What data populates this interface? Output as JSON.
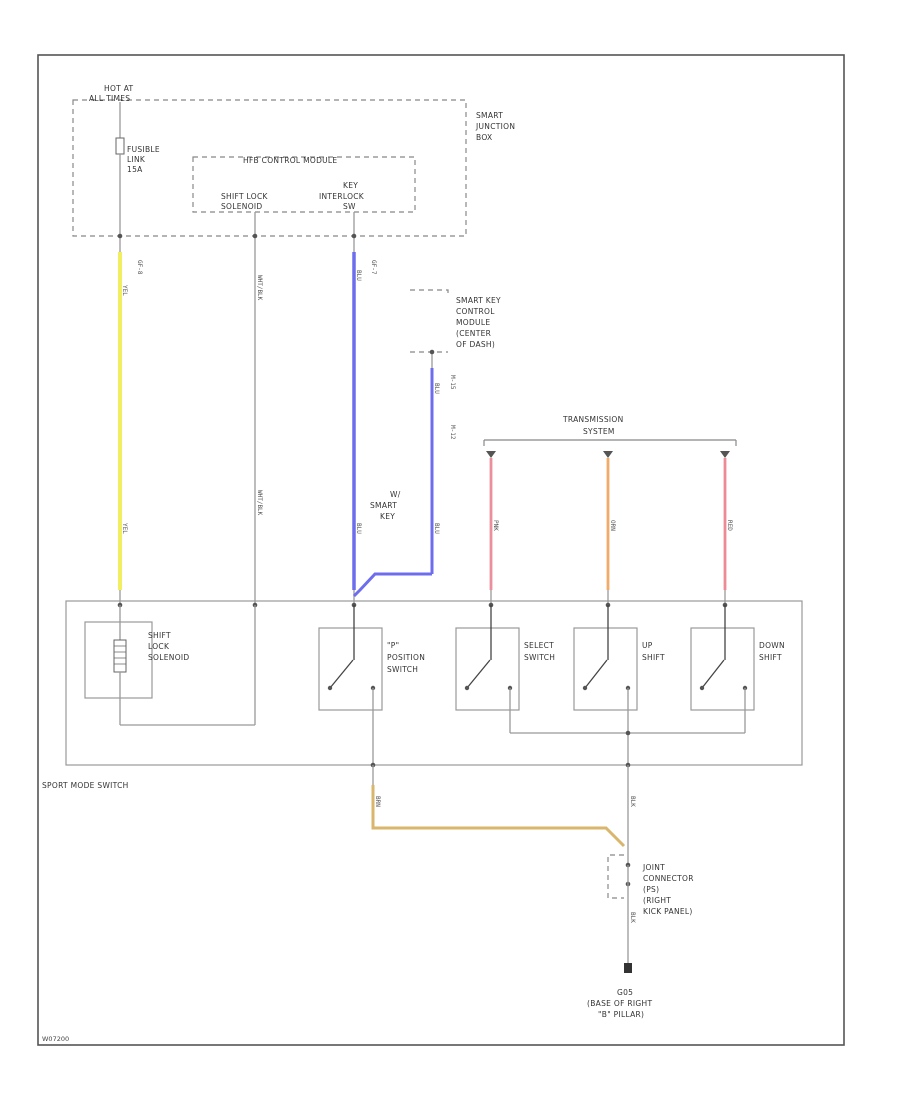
{
  "labels": {
    "hot_at": "HOT AT",
    "all_times": "ALL TIMES",
    "fusible": "FUSIBLE",
    "fuse_link": "LINK",
    "fuse_num": "15A",
    "smart_junction_1": "SMART",
    "smart_junction_2": "JUNCTION",
    "smart_junction_3": "BOX",
    "hfb_module": "HFB CONTROL MODULE",
    "shift_lock_sol_1": "SHIFT LOCK",
    "shift_lock_sol_2": "SOLENOID",
    "key_interlock_1": "KEY",
    "key_interlock_2": "INTERLOCK",
    "key_interlock_3": "SW",
    "smart_key_1": "SMART KEY",
    "smart_key_2": "CONTROL",
    "smart_key_3": "MODULE",
    "smart_key_4": "(CENTER",
    "smart_key_5": "OF DASH)",
    "transmission_1": "TRANSMISSION",
    "transmission_2": "SYSTEM",
    "smart_key_note_1": "W/",
    "smart_key_note_2": "SMART",
    "smart_key_note_3": "KEY",
    "shift_lock_1": "SHIFT",
    "shift_lock_2": "LOCK",
    "shift_lock_3": "SOLENOID",
    "pos_switch_1": "\"P\"",
    "pos_switch_2": "POSITION",
    "pos_switch_3": "SWITCH",
    "select_1": "SELECT",
    "select_2": "SWITCH",
    "up_1": "UP",
    "up_2": "SHIFT",
    "down_1": "DOWN",
    "down_2": "SHIFT",
    "sport_mode": "SPORT MODE SWITCH",
    "joint_1": "JOINT",
    "joint_2": "CONNECTOR",
    "joint_3": "(PS)",
    "joint_4": "(RIGHT",
    "joint_5": "KICK PANEL)",
    "ground_1": "G05",
    "ground_2": "(BASE OF RIGHT",
    "ground_3": "\"B\" PILLAR)",
    "diagram_id": "W07200"
  },
  "wires": {
    "w1_color": "YEL",
    "w1_pin": "GF-8",
    "w1_pin_bottom": "YEL",
    "w2_color": "WHT/BLK",
    "w2_color_bottom": "WHT/BLK",
    "w3_color": "BLU",
    "w3_pin": "GF-7",
    "w3_color_bottom": "BLU",
    "w4_color": "BLU",
    "w4_pin_a": "M-15",
    "w4_pin_b": "M-12",
    "w4_color_bottom": "BLU",
    "t1_color": "PNK",
    "t2_color": "ORN",
    "t3_color": "RED",
    "g1_color": "BRN",
    "g2_color": "BLK",
    "g3_color": "BLK"
  },
  "colors": {
    "yellow_wire": "#f2ee62",
    "blue_wire": "#6d6dee",
    "pink_wire": "#ec8f9c",
    "orange_wire": "#f0aa6a",
    "red_wire": "#ee8a96",
    "brown_wire": "#d9b66b"
  }
}
